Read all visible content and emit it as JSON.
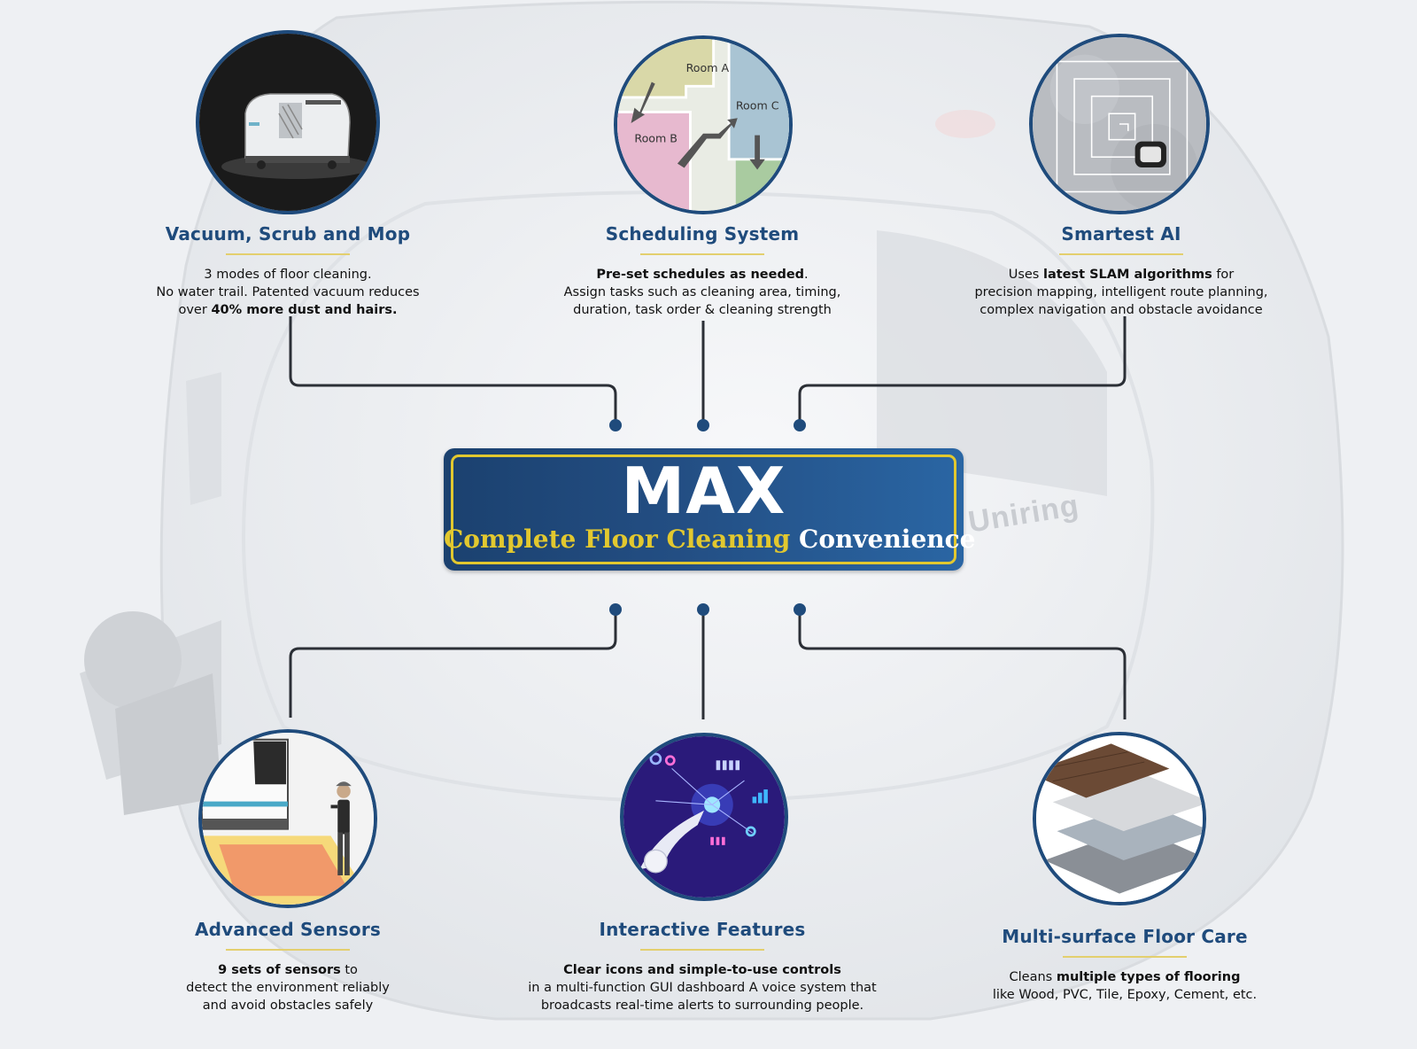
{
  "center": {
    "title": "MAX",
    "subtitle_highlight": "Complete Floor Cleaning",
    "subtitle_rest": "Convenience"
  },
  "background_logo": "Uniring",
  "features": {
    "vacuum": {
      "title": "Vacuum, Scrub and Mop",
      "line1": "3 modes of floor cleaning.",
      "line2": "No water trail. Patented vacuum reduces",
      "line3_pre": "over ",
      "line3_bold": "40% more dust and hairs."
    },
    "scheduling": {
      "title": "Scheduling System",
      "line1_bold": "Pre-set schedules as needed",
      "line1_post": ".",
      "line2": "Assign tasks such as cleaning area, timing,",
      "line3": "duration, task order & cleaning strength",
      "map_room_a": "Room A",
      "map_room_b": "Room B",
      "map_room_c": "Room C"
    },
    "ai": {
      "title": "Smartest AI",
      "line1_pre": "Uses ",
      "line1_bold": "latest SLAM algorithms",
      "line1_post": " for",
      "line2": "precision mapping, intelligent route planning,",
      "line3": "complex navigation and obstacle avoidance"
    },
    "sensors": {
      "title": "Advanced Sensors",
      "line1_bold": "9 sets of sensors",
      "line1_post": " to",
      "line2": "detect the environment reliably",
      "line3": "and avoid obstacles safely"
    },
    "interactive": {
      "title": "Interactive Features",
      "line1_bold": "Clear icons and simple-to-use controls",
      "line2": "in a multi-function GUI dashboard A voice system that",
      "line3": "broadcasts real-time  alerts to surrounding people."
    },
    "floor": {
      "title": "Multi-surface Floor Care",
      "line1_pre": "Cleans ",
      "line1_bold": "multiple types of flooring",
      "line2": "like Wood, PVC, Tile, Epoxy, Cement, etc."
    }
  },
  "colors": {
    "navy": "#1f4b7c",
    "gold": "#e2c82f",
    "connector": "#2b2f36",
    "dot": "#1f4b7c"
  }
}
